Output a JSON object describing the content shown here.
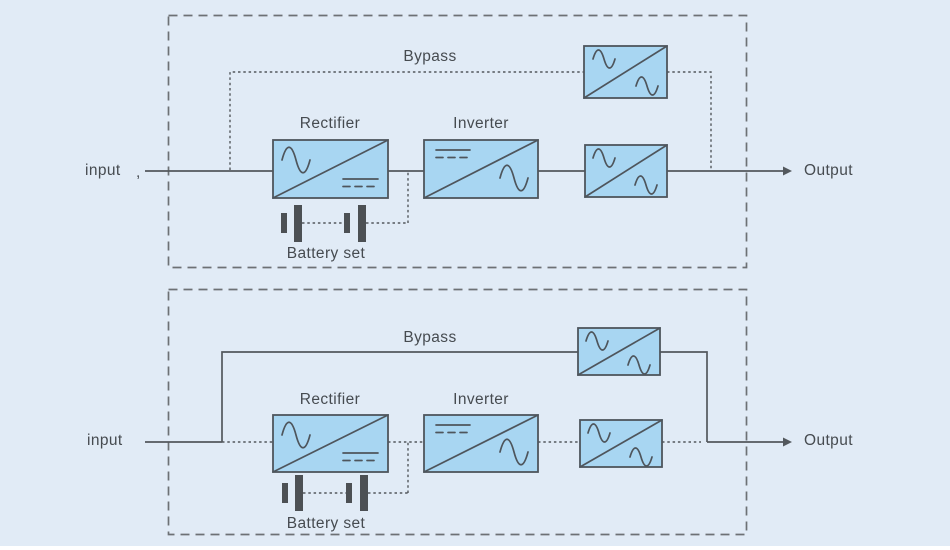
{
  "colors": {
    "background": "#e1ebf6",
    "block_fill": "#a8d6f2",
    "block_border": "#4e555c",
    "line": "#53585d",
    "frame": "#6d7175",
    "text": "#464b50",
    "battery": "#4c5054",
    "footer_strip": "#ffffff"
  },
  "icons": {
    "ac_symbol": "sine-wave-icon",
    "dc_symbol": "dc-symbol-icon",
    "battery": "battery-cell-icon",
    "output_arrow": "arrowhead-icon"
  },
  "diagrams": {
    "top": {
      "input": "input",
      "stray_mark": ",",
      "bypass": "Bypass",
      "rectifier": "Rectifier",
      "inverter": "Inverter",
      "battery": "Battery set",
      "output": "Output"
    },
    "bottom": {
      "input": "input",
      "bypass": "Bypass",
      "rectifier": "Rectifier",
      "inverter": "Inverter",
      "battery": "Battery set",
      "output": "Output"
    }
  }
}
